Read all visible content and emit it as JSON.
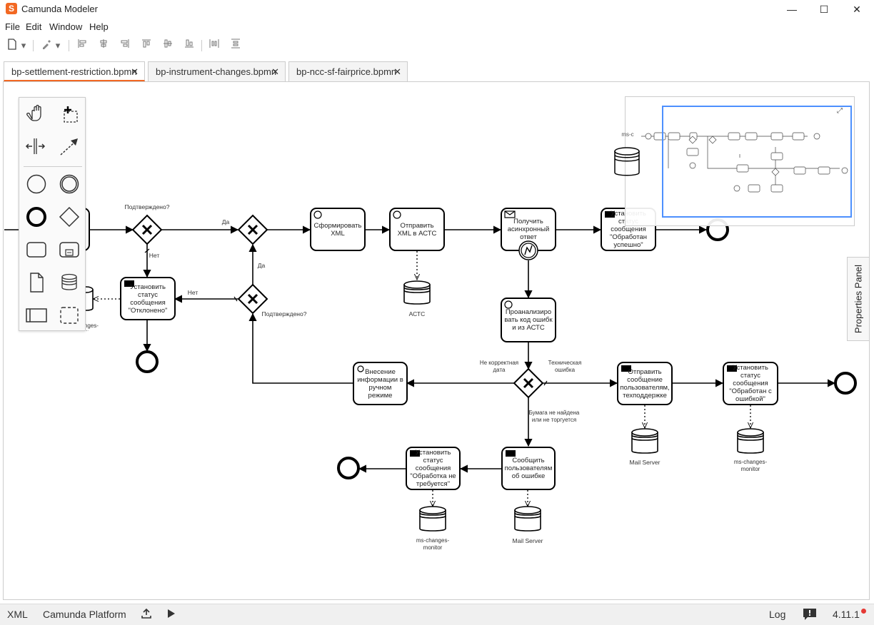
{
  "app": {
    "title": "Camunda Modeler",
    "icon": "S"
  },
  "menu": [
    "File",
    "Edit",
    "Window",
    "Help"
  ],
  "tabs": [
    {
      "label": "bp-settlement-restriction.bpmn",
      "active": true
    },
    {
      "label": "bp-instrument-changes.bpmn",
      "active": false
    },
    {
      "label": "bp-ncc-sf-fairprice.bpmn",
      "active": false
    }
  ],
  "properties_panel": {
    "label": "Properties Panel"
  },
  "status": {
    "xml": "XML",
    "platform": "Camunda Platform",
    "log": "Log",
    "version": "4.11.1"
  },
  "colors": {
    "accent": "#f26822",
    "selection": "#4d90fe",
    "notification": "#e53935"
  },
  "diagram": {
    "gw1_label": "Подтверждено?",
    "no1": "Нет",
    "yes1": "Да",
    "yes2": "Да",
    "no2": "Нет",
    "gw3_label": "Подтверждено?",
    "task_form_xml": "Сформировать XML",
    "task_send_xml": "Отправить XML в АСТС",
    "task_receive": "Получить асинхронный ответ",
    "task_set_success": "Установить статус сообщения \"Обработан успешно\"",
    "task_set_rejected": "Установить статус сообщения \"Отклонено\"",
    "task_analyze": "Проанализировать код ошибки из АСТС",
    "task_manual": "Внесение информации в ручном режиме",
    "task_send_support": "Отправить сообщение пользователям, техподдержке",
    "task_set_error": "Установить статус сообщения \"Обработан с ошибкой\"",
    "task_notify_users": "Сообщить пользователям об ошибке",
    "task_set_not_required": "Установить статус сообщения \"Обработка не требуется\"",
    "db_astc": "АСТС",
    "db_mail1": "Mail Server",
    "db_ms1": "ms-changes-monitor",
    "db_mail2": "Mail Server",
    "db_ms2": "ms-changes-monitor",
    "db_left": "ms-changes-monitor",
    "lbl_incorrect_date": "Не корректная дата",
    "lbl_tech_error": "Техническая ошибка",
    "lbl_paper_not_found": "Бумага не найдена или не торгуется"
  }
}
